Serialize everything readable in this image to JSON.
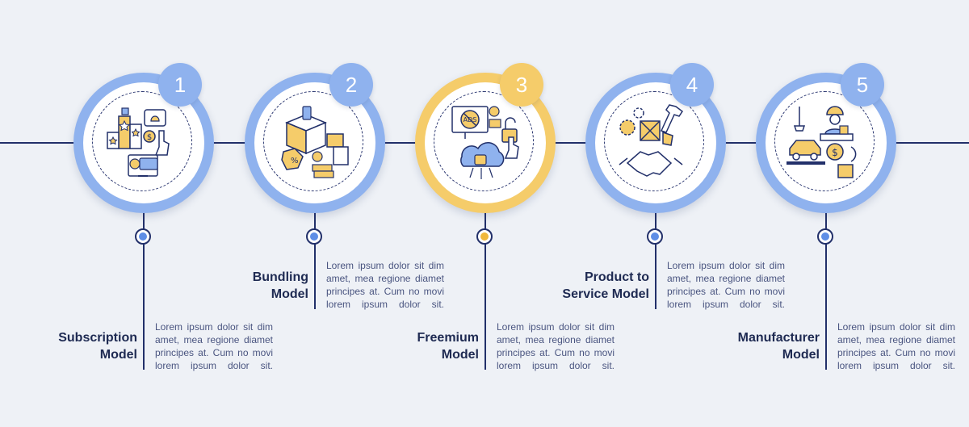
{
  "colors": {
    "blue_ring": "#8fb2ee",
    "blue_accent": "#5e8ee6",
    "yellow_ring": "#f5cc6a",
    "yellow_accent": "#f0b83c",
    "navy": "#22306a"
  },
  "steps": [
    {
      "number": "1",
      "title_lines": [
        "Subscription",
        "Model"
      ],
      "desc_lines": [
        "Lorem ipsum dolor sit dim",
        "amet, mea regione diamet",
        "principes at. Cum no movi",
        "lorem ipsum dolor sit."
      ],
      "icon": "subscription-icon",
      "theme": "blue",
      "text_position": "low"
    },
    {
      "number": "2",
      "title_lines": [
        "Bundling",
        "Model"
      ],
      "desc_lines": [
        "Lorem ipsum dolor sit dim",
        "amet, mea regione diamet",
        "principes at. Cum no movi",
        "lorem ipsum dolor sit."
      ],
      "icon": "bundling-icon",
      "theme": "blue",
      "text_position": "high"
    },
    {
      "number": "3",
      "title_lines": [
        "Freemium",
        "Model"
      ],
      "desc_lines": [
        "Lorem ipsum dolor sit dim",
        "amet, mea regione diamet",
        "principes at. Cum no movi",
        "lorem ipsum dolor sit."
      ],
      "icon": "freemium-icon",
      "theme": "yellow",
      "text_position": "low"
    },
    {
      "number": "4",
      "title_lines": [
        "Product to",
        "Service Model"
      ],
      "desc_lines": [
        "Lorem ipsum dolor sit dim",
        "amet, mea regione diamet",
        "principes at. Cum no movi",
        "lorem ipsum dolor sit."
      ],
      "icon": "product-to-service-icon",
      "theme": "blue",
      "text_position": "high"
    },
    {
      "number": "5",
      "title_lines": [
        "Manufacturer",
        "Model"
      ],
      "desc_lines": [
        "Lorem ipsum dolor sit dim",
        "amet, mea regione diamet",
        "principes at. Cum no movi",
        "lorem ipsum dolor sit."
      ],
      "icon": "manufacturer-icon",
      "theme": "blue",
      "text_position": "low"
    }
  ]
}
